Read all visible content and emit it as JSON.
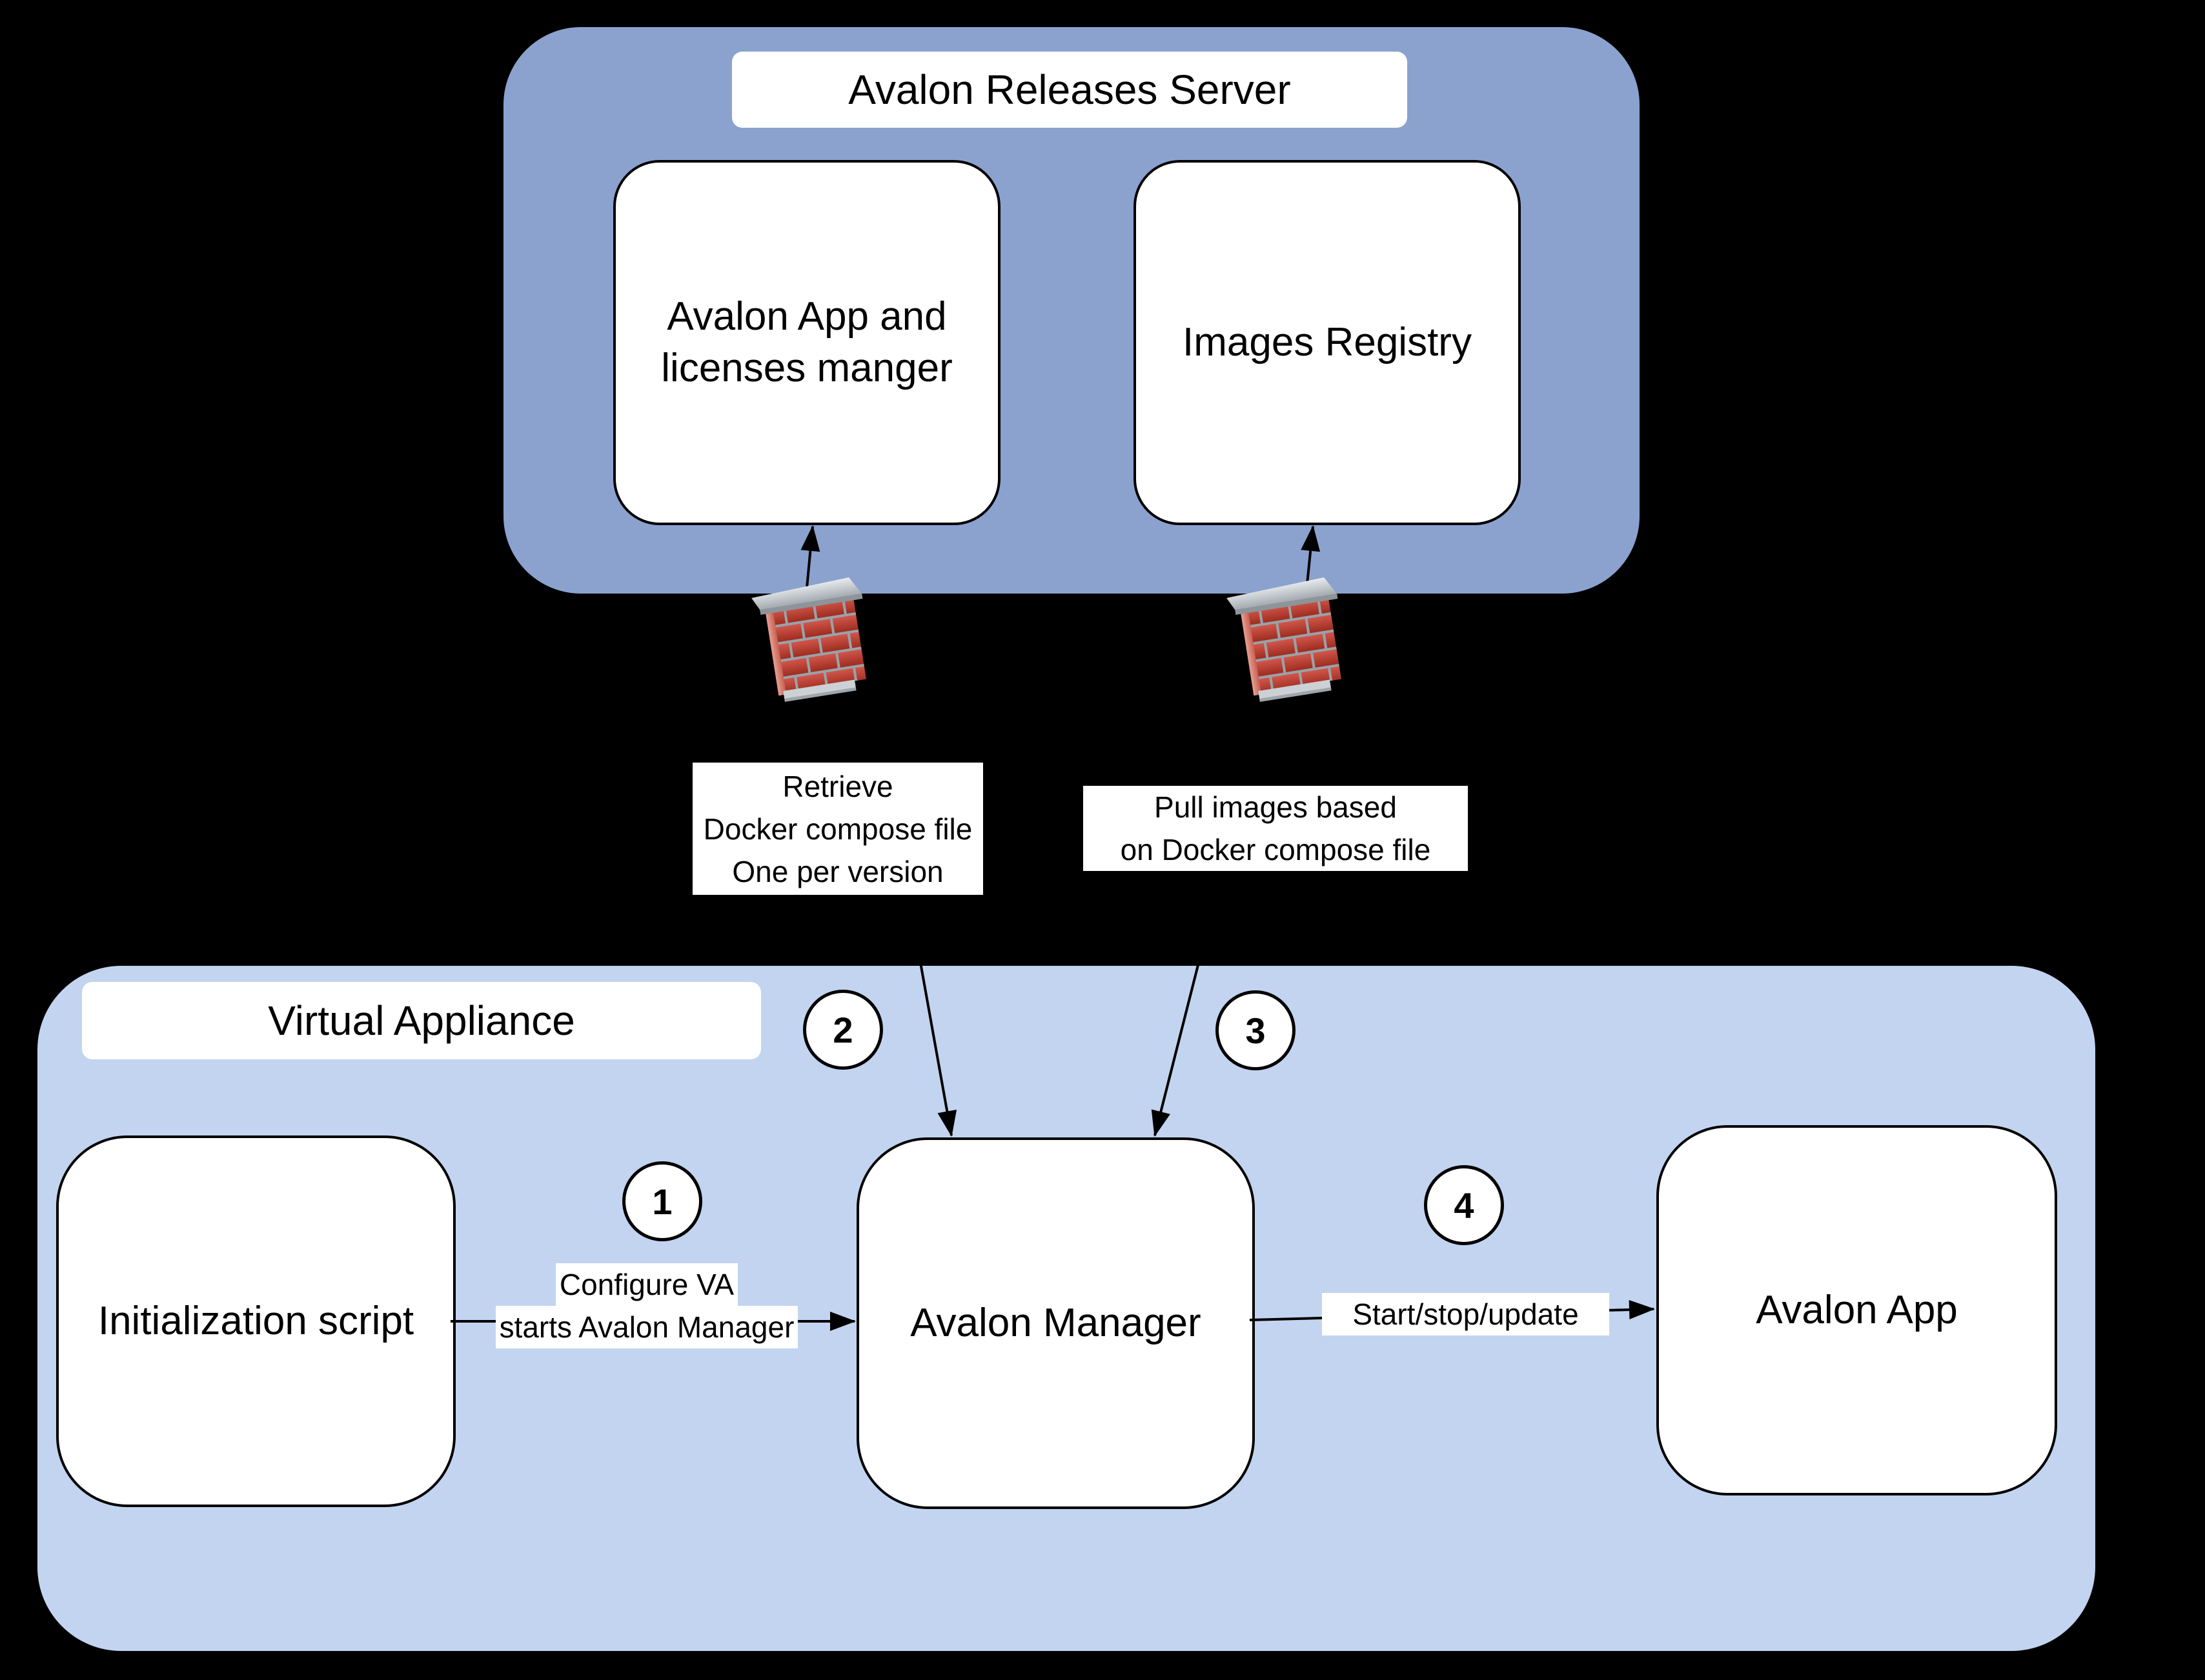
{
  "colors": {
    "background": "#000000",
    "server_group_fill": "#8BA2CF",
    "appliance_group_fill": "#C2D4EF",
    "node_fill": "#FFFFFF",
    "stroke": "#000000",
    "firewall_brick": "#C0392B",
    "firewall_cap": "#B9C0C6"
  },
  "server_group": {
    "title": "Avalon Releases Server",
    "app_licenses_node": {
      "line1": "Avalon App and",
      "line2": "licenses manger"
    },
    "registry_node": {
      "label": "Images Registry"
    }
  },
  "appliance_group": {
    "title": "Virtual Appliance",
    "init_node": {
      "label": "Initialization script"
    },
    "manager_node": {
      "label": "Avalon Manager"
    },
    "app_node": {
      "label": "Avalon App"
    }
  },
  "icons": [
    {
      "name": "firewall-icon-left"
    },
    {
      "name": "firewall-icon-right"
    }
  ],
  "annotations": {
    "retrieve": {
      "line1": "Retrieve",
      "line2": "Docker compose file",
      "line3": "One per version"
    },
    "pull": {
      "line1": "Pull images based",
      "line2": "on Docker compose file"
    },
    "configure": {
      "line1": "Configure VA",
      "line2": "starts Avalon Manager"
    },
    "startstop": {
      "label": "Start/stop/update"
    }
  },
  "steps": [
    {
      "number": "1"
    },
    {
      "number": "2"
    },
    {
      "number": "3"
    },
    {
      "number": "4"
    }
  ]
}
